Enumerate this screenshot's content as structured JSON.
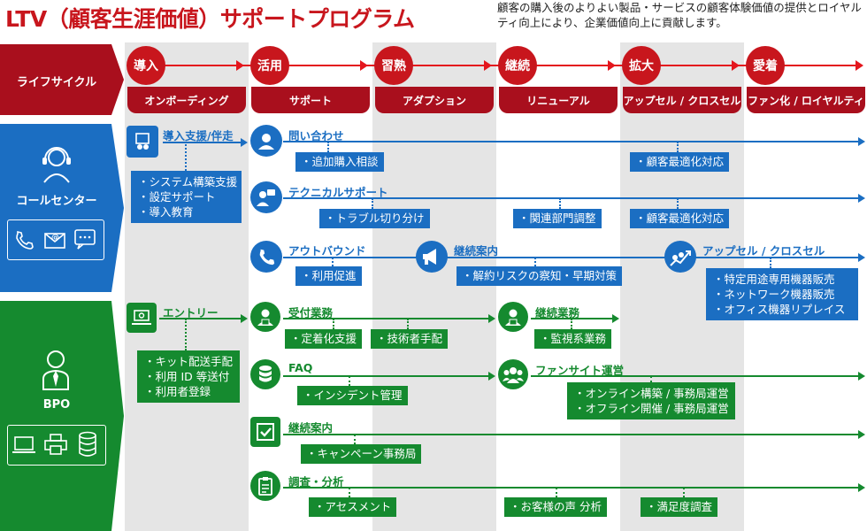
{
  "title": "LTV（顧客生涯価値）サポートプログラム",
  "description": "顧客の購入後のよりよい製品・サービスの顧客体験価値の提供とロイヤルティ向上により、企業価値向上に貢献します。",
  "colors": {
    "red": "#c8161d",
    "dark_red": "#a90f1d",
    "blue": "#1b6ec2",
    "green": "#158a2f",
    "column_bg": "#e5e5e5"
  },
  "rows": {
    "lifecycle": "ライフサイクル",
    "callcenter": "コールセンター",
    "bpo": "BPO"
  },
  "stages": [
    {
      "name": "導入",
      "sub": "オンボーディング"
    },
    {
      "name": "活用",
      "sub": "サポート"
    },
    {
      "name": "習熟",
      "sub": "アダプション"
    },
    {
      "name": "継続",
      "sub": "リニューアル"
    },
    {
      "name": "拡大",
      "sub": "アップセル / クロスセル"
    },
    {
      "name": "愛着",
      "sub": "ファン化 / ロイヤルティ"
    }
  ],
  "callcenter": {
    "onboarding": {
      "label": "導入支援/伴走",
      "items": [
        "・システム構築支援",
        "・設定サポート",
        "・導入教育"
      ]
    },
    "inquiry": {
      "label": "問い合わせ",
      "tags": [
        "・追加購入相談",
        "・顧客最適化対応"
      ]
    },
    "technical": {
      "label": "テクニカルサポート",
      "tags": [
        "・トラブル切り分け",
        "・関連部門調整",
        "・顧客最適化対応"
      ]
    },
    "outbound": {
      "label": "アウトバウンド",
      "tags": [
        "・利用促進"
      ]
    },
    "renewal": {
      "label": "継続案内",
      "tags": [
        "・解約リスクの察知・早期対策"
      ]
    },
    "upsell": {
      "label": "アップセル / クロスセル",
      "items": [
        "・特定用途専用機器販売",
        "・ネットワーク機器販売",
        "・オフィス機器リプレイス"
      ]
    }
  },
  "bpo": {
    "entry": {
      "label": "エントリー",
      "items": [
        "・キット配送手配",
        "・利用 ID 等送付",
        "・利用者登録"
      ]
    },
    "reception": {
      "label": "受付業務",
      "tags": [
        "・定着化支援",
        "・技術者手配"
      ]
    },
    "continuing": {
      "label": "継続業務",
      "tags": [
        "・監視系業務"
      ]
    },
    "faq": {
      "label": "FAQ",
      "tags": [
        "・インシデント管理"
      ]
    },
    "fansite": {
      "label": "ファンサイト運営",
      "items": [
        "・オンライン構築 / 事務局運営",
        "・オフライン開催 / 事務局運営"
      ]
    },
    "renewal": {
      "label": "継続案内",
      "tags": [
        "・キャンペーン事務局"
      ]
    },
    "research": {
      "label": "調査・分析",
      "tags": [
        "・アセスメント",
        "・お客様の声 分析",
        "・満足度調査"
      ]
    }
  }
}
